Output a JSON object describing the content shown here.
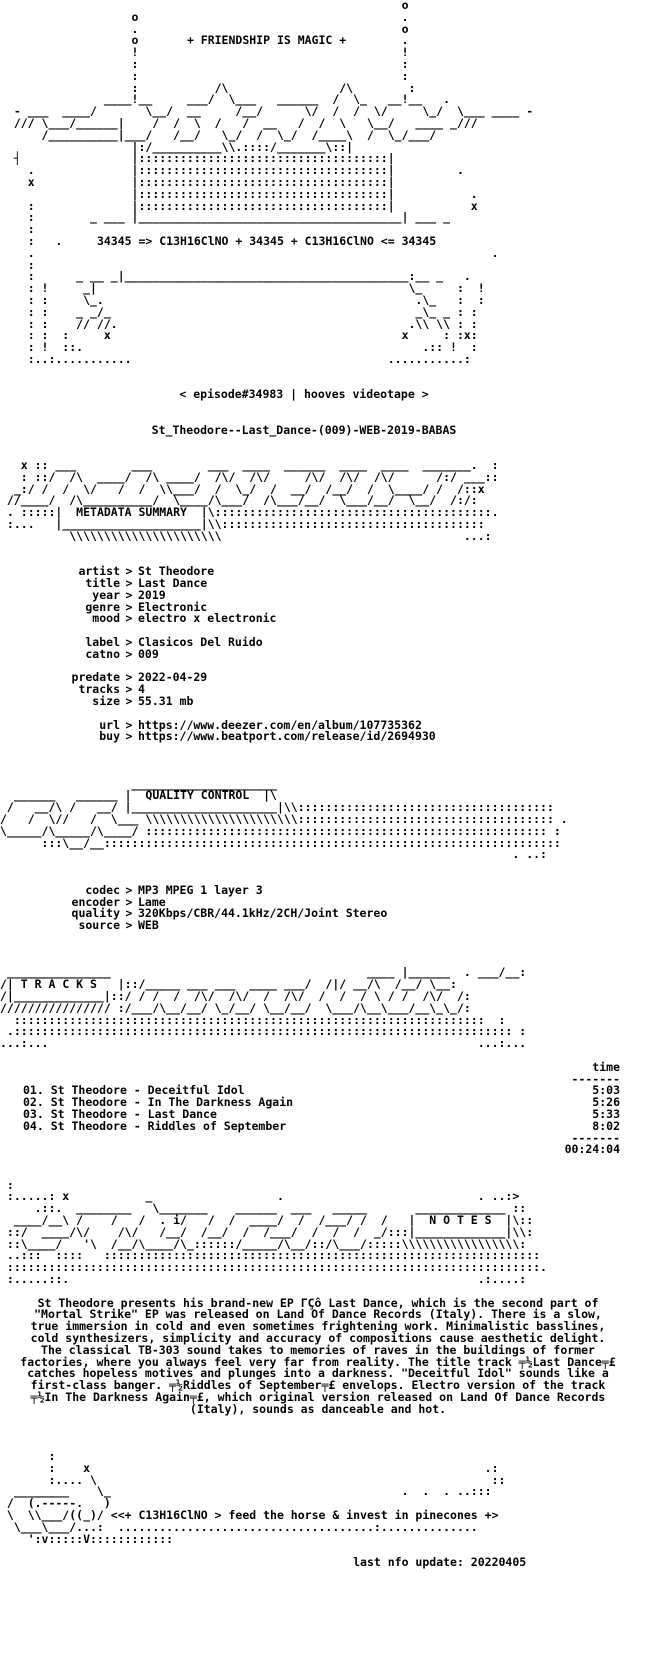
{
  "header": {
    "motto": "+ FRIENDSHIP IS MAGIC +",
    "formula": "34345 => C13H16ClNO + 34345 + C13H16ClNO <= 34345",
    "episode": "< episode#34983 | hooves videotape >",
    "release": "St_Theodore--Last_Dance-(009)-WEB-2019-BABAS"
  },
  "metadata": {
    "heading": "METADATA SUMMARY",
    "fields": [
      {
        "k": "artist",
        "v": "St Theodore"
      },
      {
        "k": "title",
        "v": "Last Dance"
      },
      {
        "k": "year",
        "v": "2019"
      },
      {
        "k": "genre",
        "v": "Electronic"
      },
      {
        "k": "mood",
        "v": "electro x electronic"
      },
      {
        "k": "label",
        "v": "Clasicos Del Ruido"
      },
      {
        "k": "catno",
        "v": "009"
      },
      {
        "k": "predate",
        "v": "2022-04-29"
      },
      {
        "k": "tracks",
        "v": "4"
      },
      {
        "k": "size",
        "v": "55.31 mb"
      },
      {
        "k": "url",
        "v": "https://www.deezer.com/en/album/107735362"
      },
      {
        "k": "buy",
        "v": "https://www.beatport.com/release/id/2694930"
      }
    ]
  },
  "quality": {
    "heading": "QUALITY CONTROL",
    "fields": [
      {
        "k": "codec",
        "v": "MP3 MPEG 1 layer 3"
      },
      {
        "k": "encoder",
        "v": "Lame"
      },
      {
        "k": "quality",
        "v": "320Kbps/CBR/44.1kHz/2CH/Joint Stereo"
      },
      {
        "k": "source",
        "v": "WEB"
      }
    ]
  },
  "tracks": {
    "heading": "T R A C K S",
    "time_label": "time",
    "rule": "-------",
    "list": [
      {
        "n": "01.",
        "title": "St Theodore - Deceitful Idol",
        "time": "5:03"
      },
      {
        "n": "02.",
        "title": "St Theodore - In The Darkness Again",
        "time": "5:26"
      },
      {
        "n": "03.",
        "title": "St Theodore - Last Dance",
        "time": "5:33"
      },
      {
        "n": "04.",
        "title": "St Theodore - Riddles of September",
        "time": "8:02"
      }
    ],
    "total": "00:24:04"
  },
  "notes": {
    "heading": "N O T E S",
    "text": "St Theodore  presents his brand-new EP ΓÇô Last Dance, which is the second part of \"Mortal Strike\" EP was released on Land Of Dance Records (Italy). There is a slow, true immersion in cold and even sometimes frightening work. Minimalistic basslines, cold synthesizers, simplicity and accuracy of compositions cause aesthetic delight. The classical TB-303 sound takes to memories of raves in the buildings of former factories, where you always feel very far from reality. The title track ╤½Last Dance╤£ catches hopeless motives and plunges into a darkness. \"Deceitful Idol\" sounds like a first-class banger. ╤½Riddles of September╤£ envelops. Electro version of the track ╤½In The Darkness Again╤£, which original version released on Land Of Dance Records (Italy), sounds as danceable and hot."
  },
  "footer": {
    "tagline": "<<+ C13H16ClNO > feed the horse & invest in pinecones +>",
    "update": "last nfo update: 20220405"
  }
}
